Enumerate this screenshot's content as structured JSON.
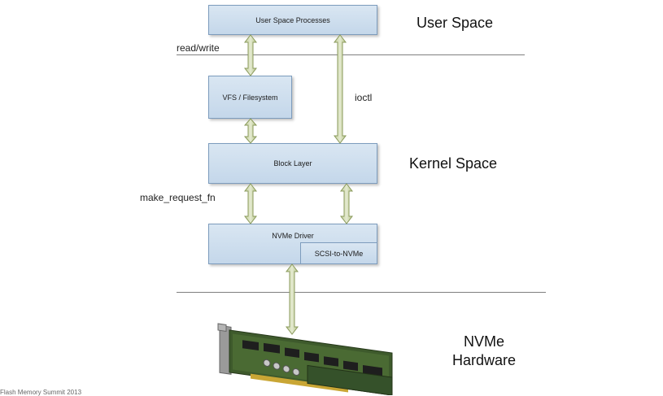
{
  "boxes": {
    "user_space_processes": "User Space Processes",
    "vfs": "VFS / Filesystem",
    "block_layer": "Block Layer",
    "nvme_driver": "NVMe Driver",
    "scsi_to_nvme": "SCSI-to-NVMe"
  },
  "labels": {
    "read_write": "read/write",
    "ioctl": "ioctl",
    "make_request_fn": "make_request_fn"
  },
  "regions": {
    "user_space": "User Space",
    "kernel_space": "Kernel Space",
    "nvme_hardware_line1": "NVMe",
    "nvme_hardware_line2": "Hardware"
  },
  "footer": "Flash Memory Summit 2013",
  "colors": {
    "box_fill": "#c9dbed",
    "arrow_fill": "#d2dbb2",
    "arrow_stroke": "#8a9a5b"
  }
}
